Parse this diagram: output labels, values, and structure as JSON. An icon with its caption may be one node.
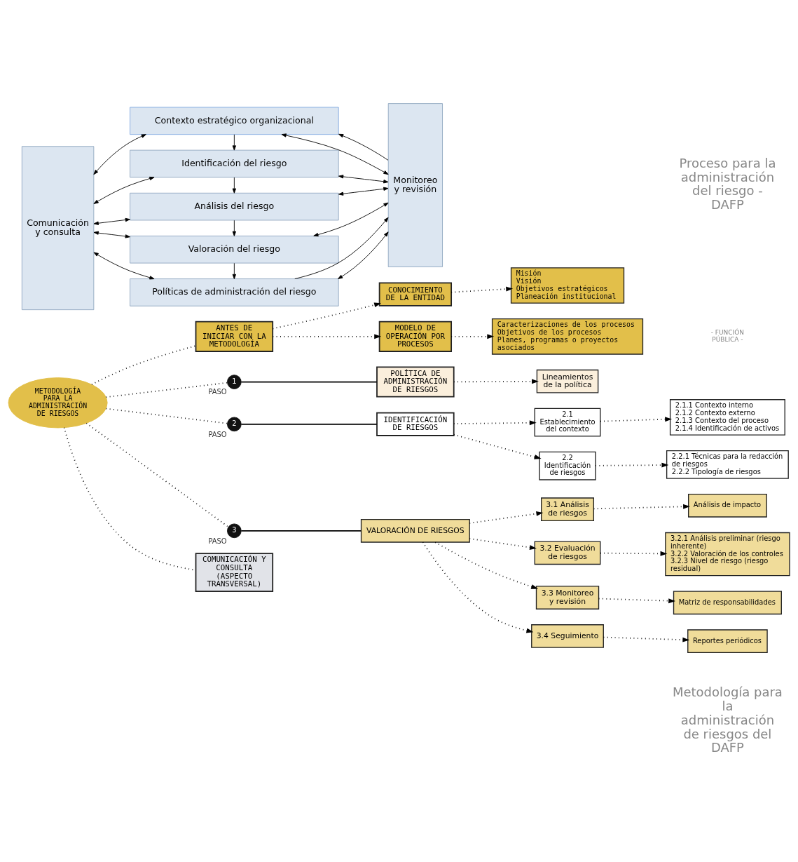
{
  "diagram": {
    "nodes": [
      {
        "text": [
          "Comunicación y consulta"
        ]
      },
      {
        "text": [
          "Contexto estratégico organizacional"
        ]
      },
      {
        "text": [
          "Identificación del riesgo"
        ]
      },
      {
        "text": [
          "Análisis del riesgo"
        ]
      },
      {
        "text": [
          "Valoración del riesgo"
        ]
      },
      {
        "text": [
          "Políticas de administración del riesgo"
        ]
      },
      {
        "text": [
          "Monitoreo y revisión"
        ]
      },
      {
        "text": [
          "METODOLOGÍA PARA LA ADMINISTRACIÓN DE RIESGOS"
        ]
      },
      {
        "text": [
          "ANTES DE INICIAR CON LA METODOLOGÍA"
        ]
      },
      {
        "text": [
          "CONOCIMIENTO DE LA ENTIDAD"
        ]
      },
      {
        "text": [
          "MODELO DE OPERACIÓN POR PROCESOS"
        ]
      },
      {
        "text": [
          "Misión",
          "Visión",
          "Objetivos estratégicos",
          "Planeación institucional"
        ]
      },
      {
        "text": [
          "Caracterizaciones de los procesos",
          "Objetivos de los procesos",
          "Planes, programas o proyectos asociados"
        ]
      },
      {
        "text": [
          "1"
        ],
        "beside": [
          "PASO"
        ]
      },
      {
        "text": [
          "POLÍTICA DE ADMINISTRACIÓN DE RIESGOS"
        ]
      },
      {
        "text": [
          "Lineamientos de la política"
        ]
      },
      {
        "text": [
          "2"
        ],
        "beside": [
          "PASO"
        ]
      },
      {
        "text": [
          "IDENTIFICACIÓN DE RIESGOS"
        ]
      },
      {
        "text": [
          "2.1 Establecimiento del contexto"
        ]
      },
      {
        "text": [
          "2.1.1 Contexto interno",
          "2.1.2 Contexto externo",
          "2.1.3 Contexto del proceso",
          "2.1.4 Identificación de activos"
        ]
      },
      {
        "text": [
          "2.2 Identificación de riesgos"
        ]
      },
      {
        "text": [
          "2.2.1 Técnicas para la redacción de riesgos",
          "2.2.2 Tipología de riesgos"
        ]
      },
      {
        "text": [
          "3"
        ],
        "beside": [
          "PASO"
        ]
      },
      {
        "text": [
          "VALORACIÓN DE RIESGOS"
        ]
      },
      {
        "text": [
          "3.1 Análisis de riesgos"
        ]
      },
      {
        "text": [
          "Análisis de impacto"
        ]
      },
      {
        "text": [
          "3.2 Evaluación de riesgos"
        ]
      },
      {
        "text": [
          "3.2.1 Análisis preliminar (riesgo inherente)",
          "3.2.2 Valoración de los controles",
          "3.2.3 Nivel de riesgo (riesgo residual)"
        ]
      },
      {
        "text": [
          "3.3 Monitoreo y revisión"
        ]
      },
      {
        "text": [
          "Matriz de responsabilidades"
        ]
      },
      {
        "text": [
          "3.4 Seguimiento"
        ]
      },
      {
        "text": [
          "Reportes periódicos"
        ]
      },
      {
        "text": [
          "COMUNICACIÓN Y CONSULTA (ASPECTO TRANSVERSAL)"
        ]
      }
    ],
    "edges": [
      {
        "from": 6,
        "to": 1,
        "arrow": "to"
      },
      {
        "from": 0,
        "to": 1,
        "arrow": "both"
      },
      {
        "from": 1,
        "to": 6,
        "arrow": "both"
      },
      {
        "from": 1,
        "to": 2,
        "arrow": "to"
      },
      {
        "from": 0,
        "to": 2,
        "arrow": "both"
      },
      {
        "from": 2,
        "to": 6,
        "arrow": "both"
      },
      {
        "from": 2,
        "to": 3,
        "arrow": "to"
      },
      {
        "from": 0,
        "to": 3,
        "arrow": "both"
      },
      {
        "from": 3,
        "to": 6,
        "arrow": "both"
      },
      {
        "from": 3,
        "to": 4,
        "arrow": "to"
      },
      {
        "from": 0,
        "to": 4,
        "arrow": "both"
      },
      {
        "from": 4,
        "to": 6,
        "arrow": "both"
      },
      {
        "from": 4,
        "to": 5,
        "arrow": "to"
      },
      {
        "from": 0,
        "to": 5,
        "arrow": "both"
      },
      {
        "from": 5,
        "to": 6,
        "arrow": "both"
      },
      {
        "from": 5,
        "to": 6,
        "arrow": "to"
      },
      {
        "from": 7,
        "to": 8,
        "arrow": "none",
        "style": "dashed"
      },
      {
        "from": 7,
        "to": 13,
        "arrow": "none",
        "style": "dashed"
      },
      {
        "from": 7,
        "to": 16,
        "arrow": "none",
        "style": "dashed"
      },
      {
        "from": 7,
        "to": 22,
        "arrow": "none",
        "style": "dashed"
      },
      {
        "from": 7,
        "to": 32,
        "arrow": "none",
        "style": "dashed"
      },
      {
        "from": 8,
        "to": 9,
        "arrow": "to",
        "style": "dashed"
      },
      {
        "from": 8,
        "to": 10,
        "arrow": "to",
        "style": "dashed"
      },
      {
        "from": 9,
        "to": 11,
        "arrow": "to",
        "style": "dashed"
      },
      {
        "from": 10,
        "to": 12,
        "arrow": "to",
        "style": "dashed"
      },
      {
        "from": 13,
        "to": 14,
        "arrow": "none"
      },
      {
        "from": 14,
        "to": 15,
        "arrow": "to",
        "style": "dashed"
      },
      {
        "from": 16,
        "to": 17,
        "arrow": "none"
      },
      {
        "from": 17,
        "to": 18,
        "arrow": "to",
        "style": "dashed"
      },
      {
        "from": 17,
        "to": 20,
        "arrow": "to",
        "style": "dashed"
      },
      {
        "from": 18,
        "to": 19,
        "arrow": "to",
        "style": "dashed"
      },
      {
        "from": 20,
        "to": 21,
        "arrow": "to",
        "style": "dashed"
      },
      {
        "from": 22,
        "to": 23,
        "arrow": "none"
      },
      {
        "from": 23,
        "to": 24,
        "arrow": "to",
        "style": "dashed"
      },
      {
        "from": 23,
        "to": 26,
        "arrow": "to",
        "style": "dashed"
      },
      {
        "from": 23,
        "to": 28,
        "arrow": "to",
        "style": "dashed"
      },
      {
        "from": 23,
        "to": 30,
        "arrow": "to",
        "style": "dashed"
      },
      {
        "from": 24,
        "to": 25,
        "arrow": "to",
        "style": "dashed"
      },
      {
        "from": 26,
        "to": 27,
        "arrow": "to",
        "style": "dashed"
      },
      {
        "from": 28,
        "to": 29,
        "arrow": "to",
        "style": "dashed"
      },
      {
        "from": 30,
        "to": 31,
        "arrow": "to",
        "style": "dashed"
      }
    ],
    "labels": [
      "Proceso para la administración del riesgo - DAFP",
      "- FUNCIÓN PÚBLICA -",
      "Metodología para la administración de riesgos del DAFP"
    ]
  }
}
